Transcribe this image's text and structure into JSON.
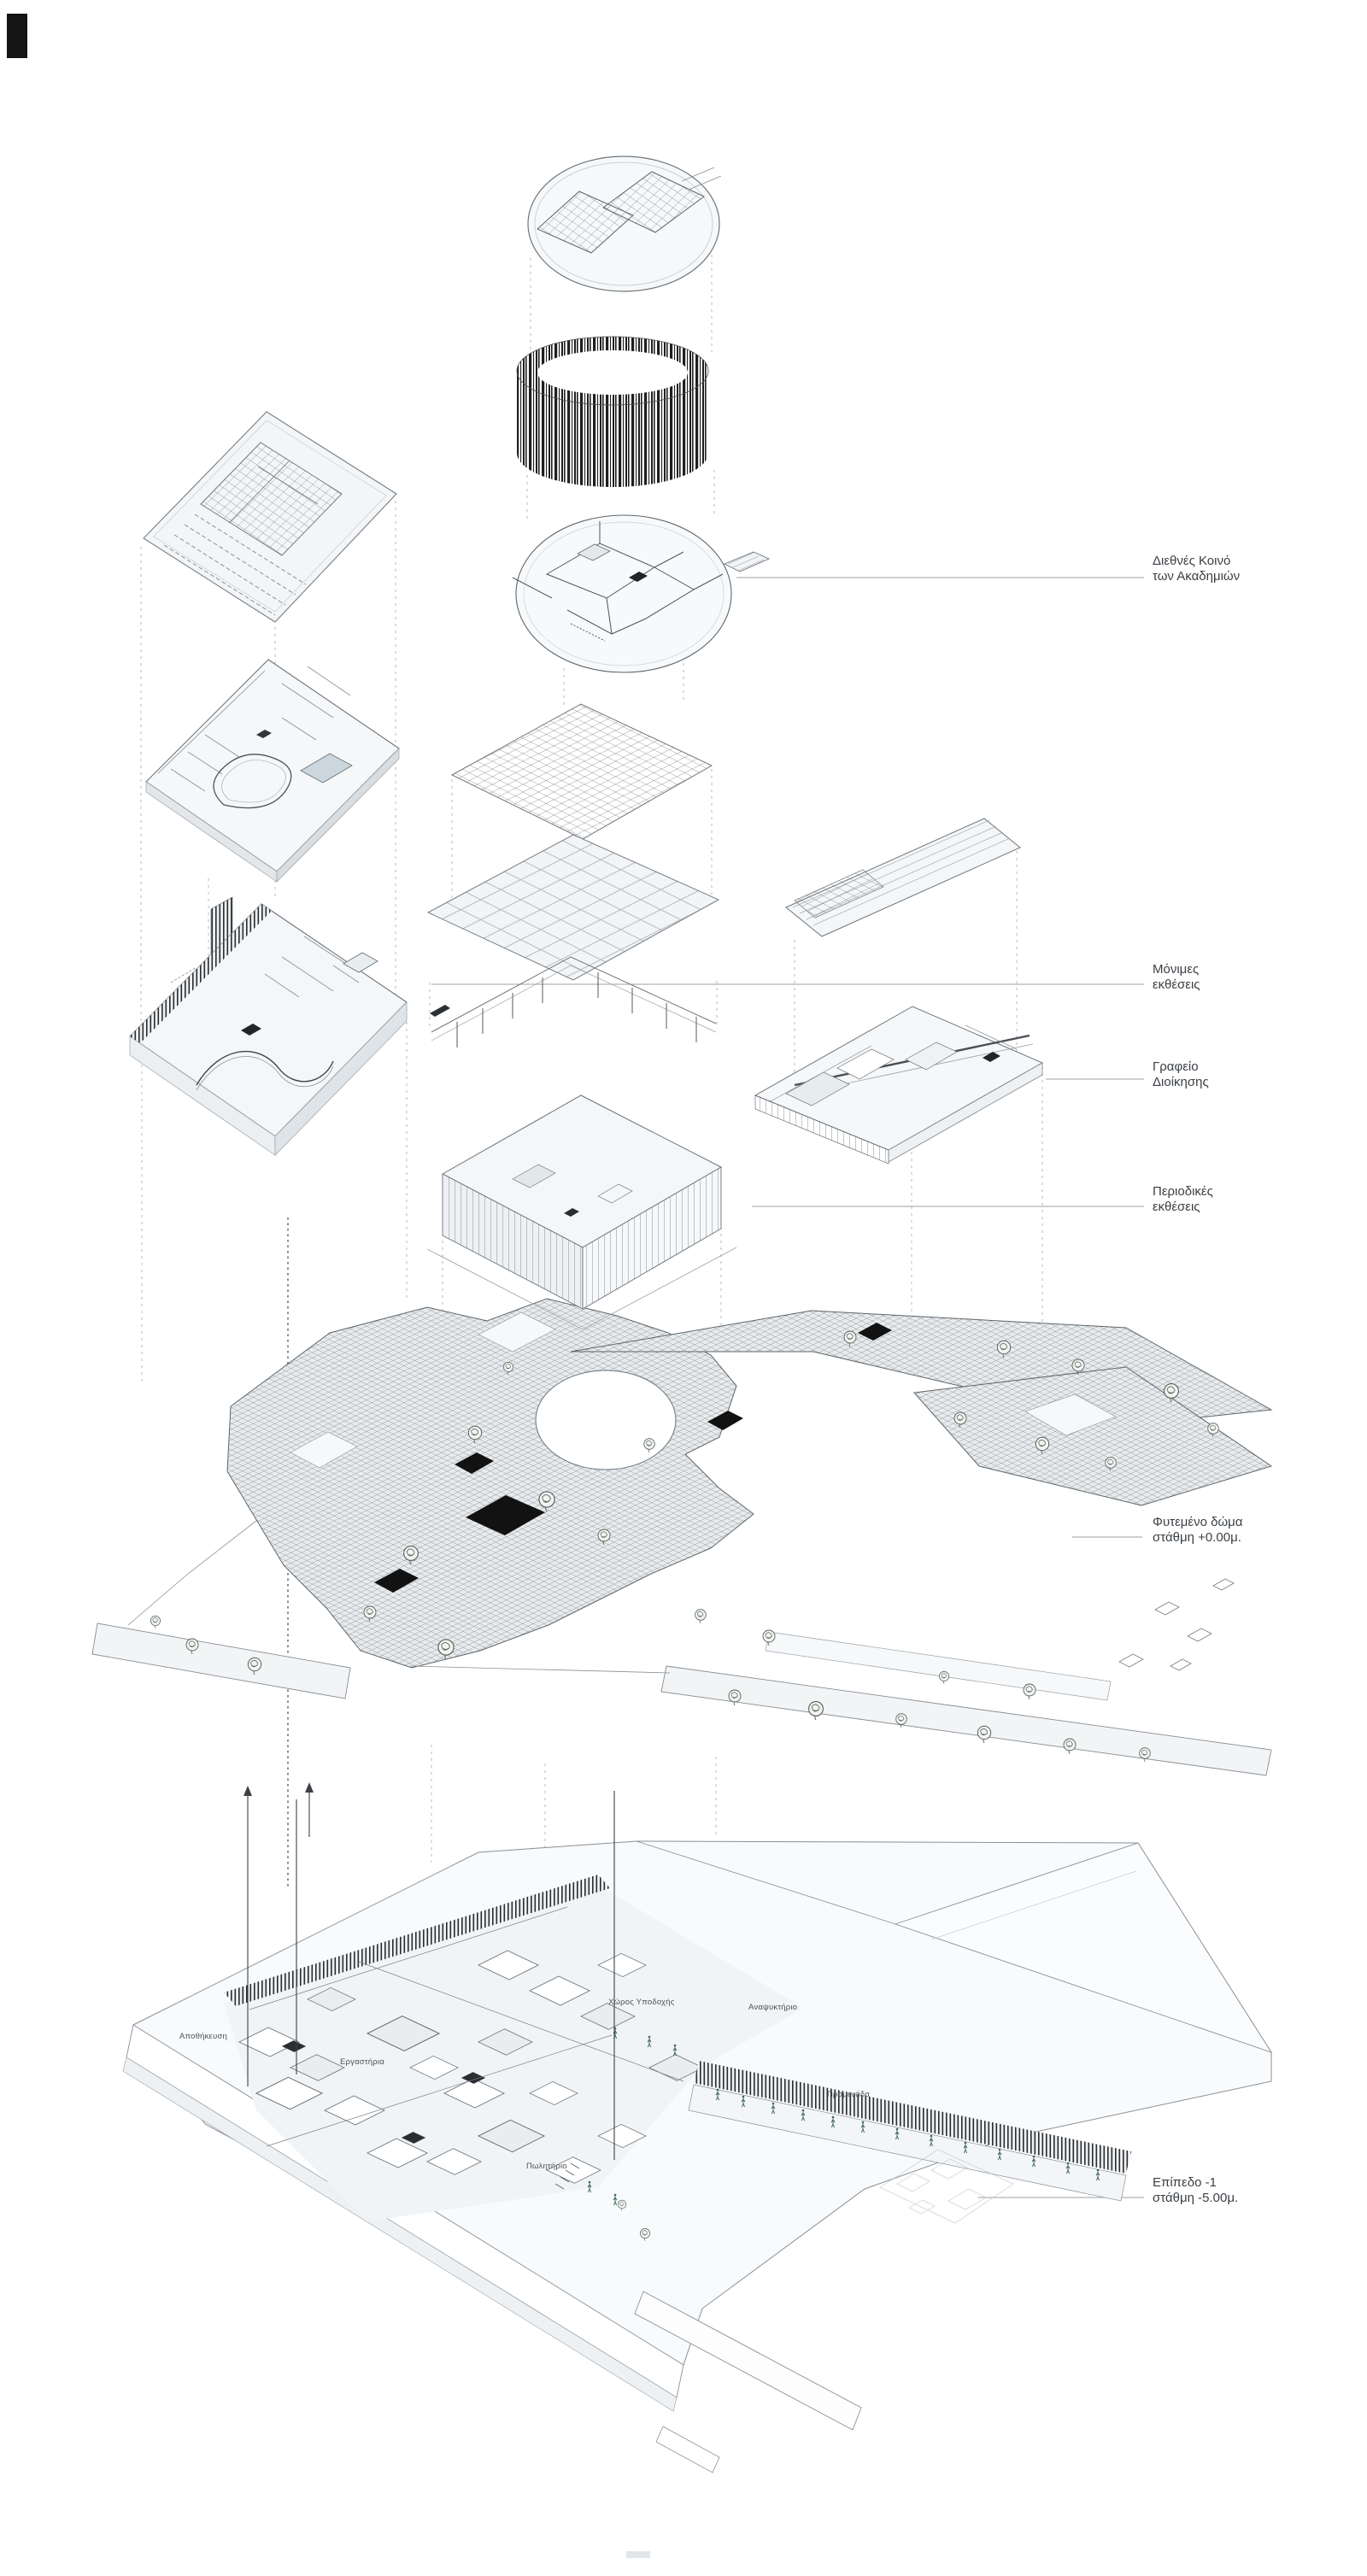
{
  "diagram": {
    "type": "exploded-axonometric-architecture",
    "colors": {
      "ink": "#3a3f44",
      "light_line": "#9aa1a7",
      "dark_fill": "#1f1f1f",
      "figure_green": "#3a665c"
    }
  },
  "callouts": {
    "academies": {
      "line1": "Διεθνές Κοινό",
      "line2": "των Ακαδημιών"
    },
    "permanent": {
      "line1": "Μόνιμες",
      "line2": "εκθέσεις"
    },
    "admin_office": {
      "line1": "Γραφείο",
      "line2": "Διοίκησης"
    },
    "periodic": {
      "line1": "Περιοδικές",
      "line2": "εκθέσεις"
    },
    "planted_roof": {
      "line1": "Φυτεμένο δώμα",
      "line2": "στάθμη +0.00μ."
    },
    "level_minus_1": {
      "line1": "Επίπεδο -1",
      "line2": "στάθμη -5.00μ."
    }
  },
  "plan_labels": {
    "storage": "Αποθήκευση",
    "workshops": "Εργαστήρια",
    "reception": "Χώρος Υποδοχής",
    "cafe": "Αναψυκτήριο",
    "shop": "Πωλητήριο",
    "promenade": "Προμενάδα"
  }
}
